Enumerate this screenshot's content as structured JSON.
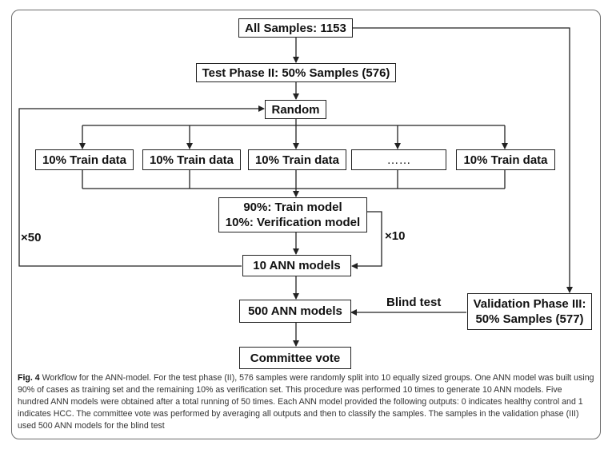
{
  "nodes": {
    "all_samples": "All Samples: 1153",
    "test_phase": "Test Phase II: 50% Samples (576)",
    "random": "Random",
    "train_boxes": [
      "10% Train data",
      "10% Train data",
      "10% Train data",
      "……",
      "10% Train data"
    ],
    "model_line1": "90%: Train model",
    "model_line2": "10%: Verification model",
    "ann10": "10 ANN models",
    "ann500": "500 ANN models",
    "validation_line1": "Validation Phase III:",
    "validation_line2": "50% Samples (577)",
    "committee": "Committee vote"
  },
  "labels": {
    "x50": "×50",
    "x10": "×10",
    "blind": "Blind test"
  },
  "caption": {
    "fig": "Fig. 4",
    "text": " Workflow for the ANN-model. For the test phase (II), 576 samples were randomly split into 10 equally sized groups. One ANN model was built using 90% of cases as training set and the remaining 10% as verification set. This procedure was performed 10 times to generate 10 ANN models. Five hundred ANN models were obtained after a total running of 50 times. Each ANN model provided the following outputs: 0 indicates healthy control and 1 indicates HCC. The committee vote was performed by averaging all outputs and then to classify the samples. The samples in the validation phase (III) used 500 ANN models for the blind test"
  }
}
